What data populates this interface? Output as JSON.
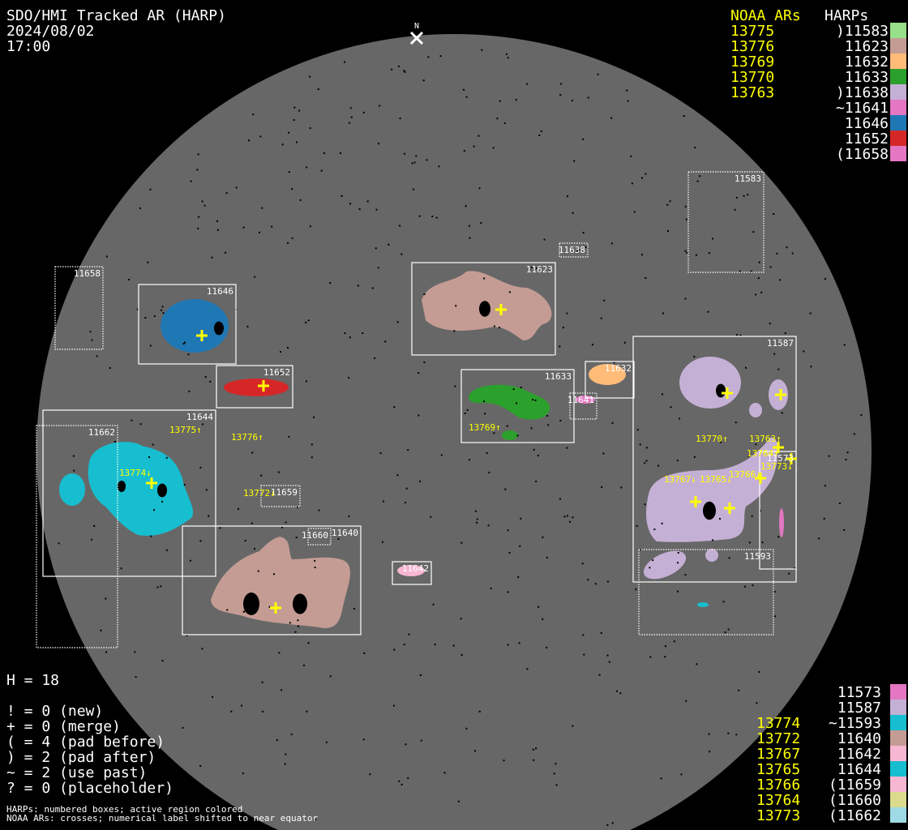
{
  "header": {
    "title": "SDO/HMI Tracked AR (HARP)",
    "date": "2024/08/02",
    "time": "17:00",
    "north_label": "N"
  },
  "legend_top": {
    "noaa_header": "NOAA ARs",
    "harp_header": "HARPs",
    "noaa": [
      "13775",
      "13776",
      "13769",
      "13770",
      "13763"
    ],
    "harps": [
      {
        "label": ")11583",
        "color": "#98df8a"
      },
      {
        "label": "11623",
        "color": "#c49c94"
      },
      {
        "label": "11632",
        "color": "#ffbb78"
      },
      {
        "label": "11633",
        "color": "#2ca02c"
      },
      {
        "label": ")11638",
        "color": "#c5b0d5"
      },
      {
        "label": "~11641",
        "color": "#e377c2"
      },
      {
        "label": "11646",
        "color": "#1f77b4"
      },
      {
        "label": "11652",
        "color": "#d62728"
      },
      {
        "label": "(11658",
        "color": "#e377c2"
      }
    ]
  },
  "legend_bottom": {
    "rows": [
      {
        "noaa": "",
        "label": "11573",
        "color": "#e377c2"
      },
      {
        "noaa": "",
        "label": "11587",
        "color": "#c5b0d5"
      },
      {
        "noaa": "13774",
        "label": "~11593",
        "color": "#17becf"
      },
      {
        "noaa": "13772",
        "label": "11640",
        "color": "#c49c94"
      },
      {
        "noaa": "13767",
        "label": "11642",
        "color": "#f7b6d2"
      },
      {
        "noaa": "13765",
        "label": "11644",
        "color": "#17becf"
      },
      {
        "noaa": "13766",
        "label": "(11659",
        "color": "#f7b6d2"
      },
      {
        "noaa": "13764",
        "label": "(11660",
        "color": "#dbdb8d"
      },
      {
        "noaa": "13773",
        "label": "(11662",
        "color": "#9edae5"
      }
    ]
  },
  "stats": {
    "h": "H = 18",
    "lines": [
      "! = 0 (new)",
      "+ = 0 (merge)",
      "( = 4 (pad before)",
      ") = 2 (pad after)",
      "~ = 2 (use past)",
      "? = 0 (placeholder)"
    ],
    "note1": "HARPs: numbered boxes; active region colored",
    "note2": "NOAA ARs: crosses; numerical label shifted to near equator"
  },
  "disk": {
    "harp_boxes": [
      "11583",
      "11638",
      "11623",
      "11658",
      "11646",
      "11652",
      "11633",
      "11632",
      "11641",
      "11587",
      "11644",
      "11662",
      "11659",
      "11660",
      "11640",
      "11642",
      "11573",
      "11593"
    ],
    "noaa_labels": [
      "13775↑",
      "13776↑",
      "13774↓",
      "13772↓",
      "13769↑",
      "13770↑",
      "13763↑",
      "13764↑",
      "13773↓",
      "13766↓",
      "13767↓",
      "13765↓"
    ]
  }
}
